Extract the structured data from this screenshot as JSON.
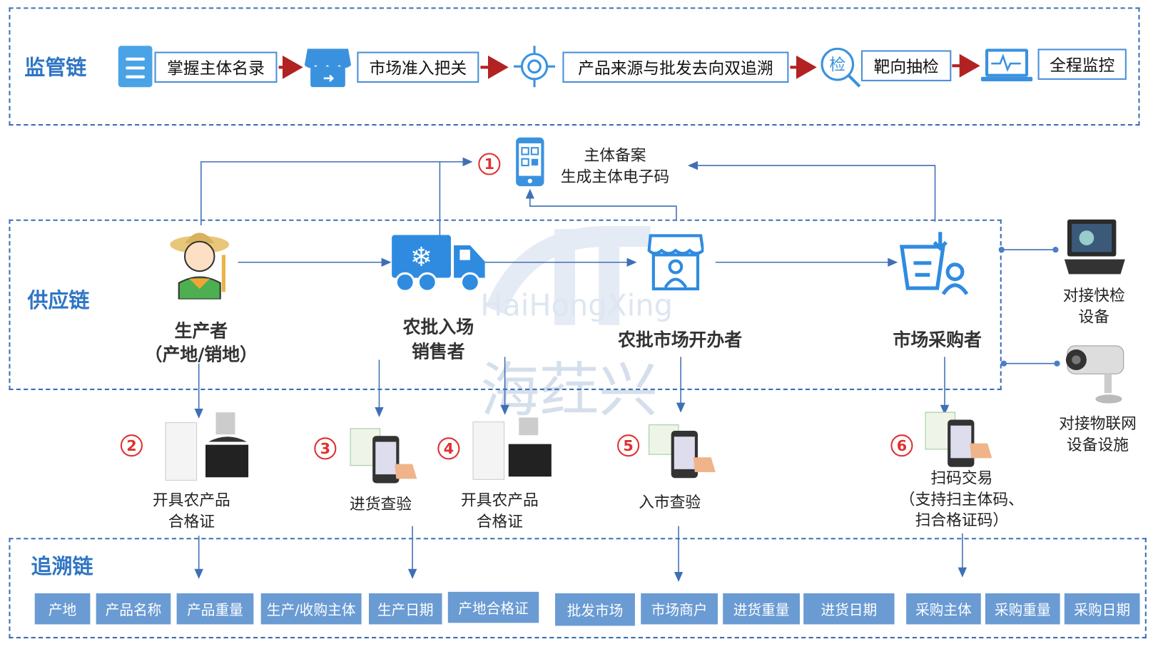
{
  "supervision_chain": {
    "title": "监管链",
    "steps": [
      "掌握主体名录",
      "市场准入把关",
      "产品来源与批发去向双追溯",
      "靶向抽检",
      "全程监控"
    ],
    "inspect_icon_text": "检"
  },
  "supply_chain": {
    "title": "供应链",
    "actors": {
      "producer": [
        "生产者",
        "（产地/销地）"
      ],
      "seller": [
        "农批入场",
        "销售者"
      ],
      "market_operator": "农批市场开办者",
      "buyer": "市场采购者"
    },
    "registration": [
      "主体备案",
      "生成主体电子码"
    ],
    "devices": {
      "rapid_test": [
        "对接快检",
        "设备"
      ],
      "iot": [
        "对接物联网",
        "设备设施"
      ]
    }
  },
  "steps": [
    {
      "num": "1"
    },
    {
      "num": "2",
      "label": [
        "开具农产品",
        "合格证"
      ]
    },
    {
      "num": "3",
      "label": [
        "进货查验"
      ]
    },
    {
      "num": "4",
      "label": [
        "开具农产品",
        "合格证"
      ]
    },
    {
      "num": "5",
      "label": [
        "入市查验"
      ]
    },
    {
      "num": "6",
      "label": [
        "扫码交易",
        "（支持扫主体码、",
        "扫合格证码）"
      ]
    }
  ],
  "trace_chain": {
    "title": "追溯链",
    "fields": [
      "产地",
      "产品名称",
      "产品重量",
      "生产/收购主体",
      "生产日期",
      "产地合格证",
      "批发市场",
      "市场商户",
      "进货重量",
      "进货日期",
      "采购主体",
      "采购重量",
      "采购日期"
    ]
  },
  "watermark": {
    "cn": "海荭兴",
    "en": "HaiHongXing"
  },
  "colors": {
    "accent": "#2f75c4",
    "arrow_red": "#b22222",
    "tag": "#6a9bd3",
    "number": "#e03030"
  }
}
